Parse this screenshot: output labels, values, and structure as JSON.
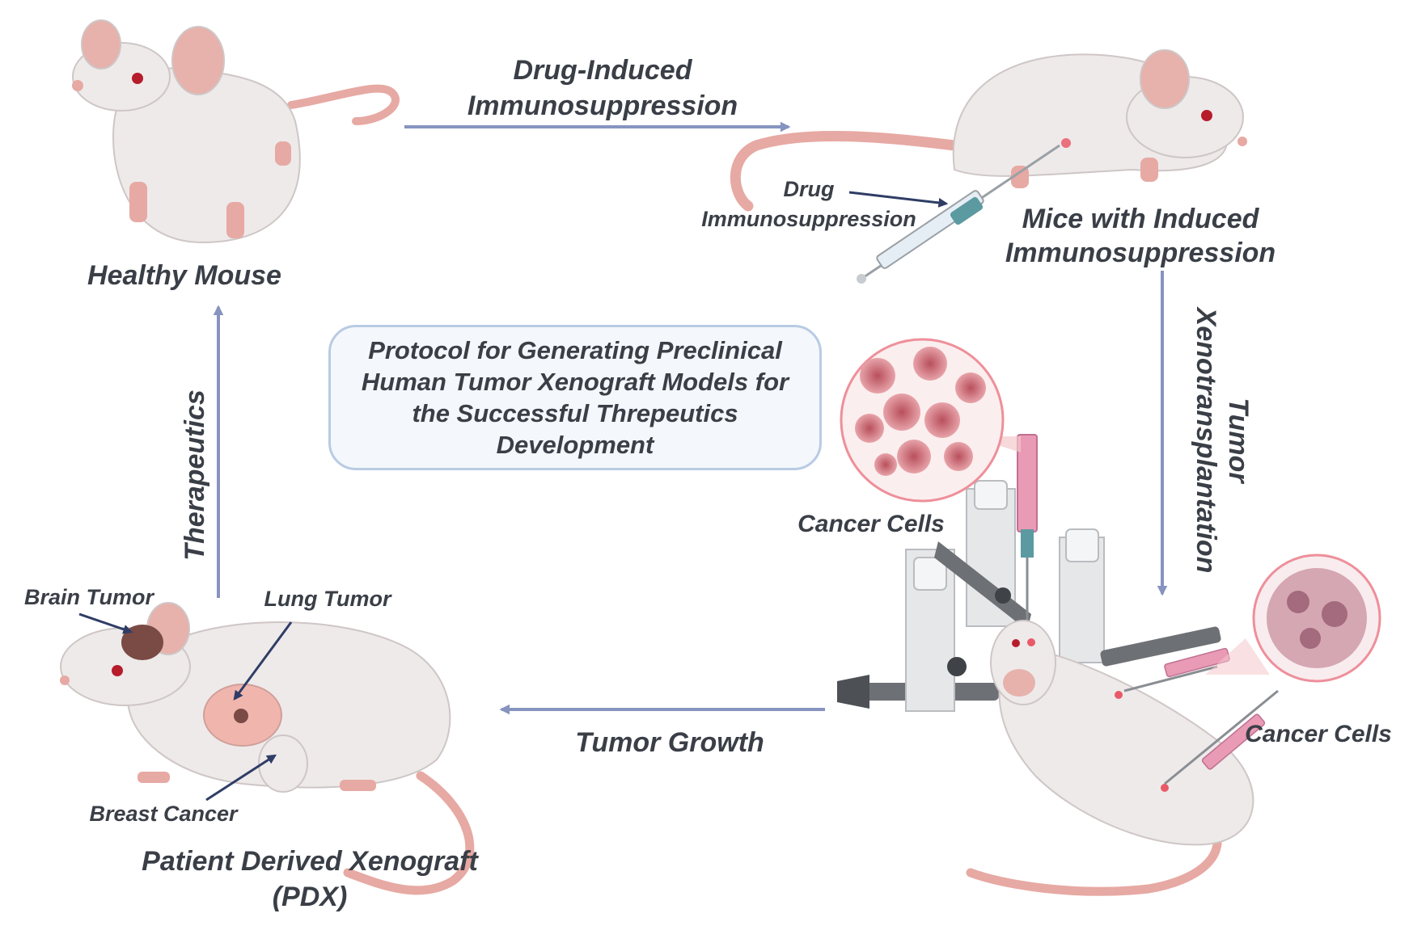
{
  "colors": {
    "arrow": "#8794c0",
    "label_text": "#3a3f47",
    "mouse_body": "#eeeaea",
    "mouse_outline": "#cfc6c6",
    "mouse_pink": "#e7a9a3",
    "tumor_dark": "#7a4a44",
    "box_border": "#b9cbe3",
    "box_fill": "#f4f7fb",
    "cancer_cell": "#d9838a",
    "syringe_pink": "#e99ab5"
  },
  "labels": {
    "healthy_mouse": "Healthy Mouse",
    "drug_induced_line1": "Drug-Induced",
    "drug_induced_line2": "Immunosuppression",
    "drug_line1": "Drug",
    "drug_line2": "Immunosuppression",
    "mice_induced_line1": "Mice with Induced",
    "mice_induced_line2": "Immunosuppression",
    "tumor_line1": "Tumor",
    "tumor_line2": "Xenotransplantation",
    "cancer_cells_left": "Cancer Cells",
    "cancer_cells_right": "Cancer Cells",
    "tumor_growth": "Tumor Growth",
    "therapeutics": "Therapeutics",
    "brain_tumor": "Brain Tumor",
    "lung_tumor": "Lung Tumor",
    "breast_cancer": "Breast Cancer",
    "pdx_line1": "Patient Derived Xenograft",
    "pdx_line2": "(PDX)"
  },
  "protocol_box": {
    "lines": [
      "Protocol for Generating Preclinical",
      "Human Tumor Xenograft Models for",
      "the Successful Threpeutics",
      "Development"
    ]
  },
  "icons": [
    "healthy-mouse-icon",
    "immunosuppressed-mouse-icon",
    "syringe-icon",
    "stereotaxic-frame-icon",
    "pdx-mouse-icon",
    "cancer-cells-magnifier-icon"
  ]
}
